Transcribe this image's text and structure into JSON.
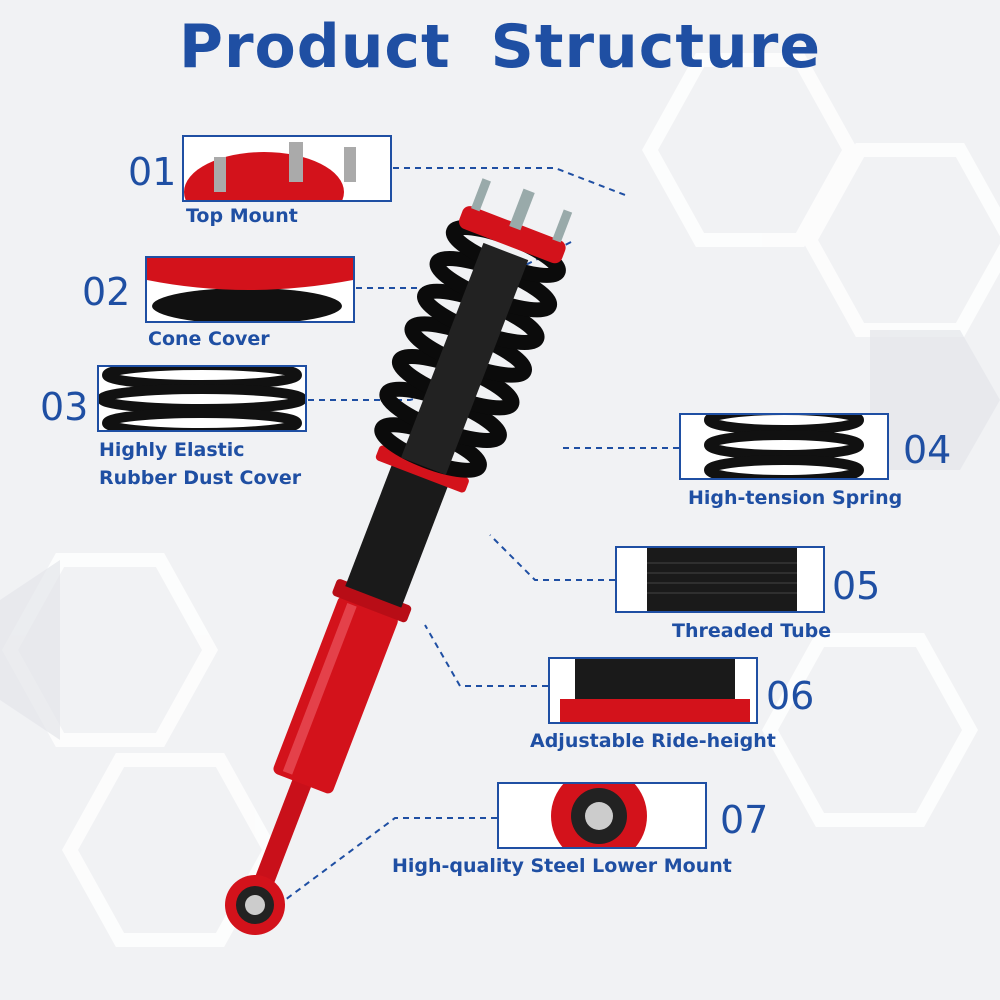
{
  "title": "Product Structure",
  "colors": {
    "accent": "#1f4fa3",
    "part_red": "#d3121b",
    "spring_black": "#111111"
  },
  "parts": [
    {
      "number": "01",
      "label": "Top Mount"
    },
    {
      "number": "02",
      "label": "Cone Cover"
    },
    {
      "number": "03",
      "label_line1": "Highly Elastic",
      "label_line2": "Rubber Dust Cover"
    },
    {
      "number": "04",
      "label": "High-tension Spring"
    },
    {
      "number": "05",
      "label": "Threaded Tube"
    },
    {
      "number": "06",
      "label": "Adjustable Ride-height"
    },
    {
      "number": "07",
      "label": "High-quality Steel Lower Mount"
    }
  ]
}
